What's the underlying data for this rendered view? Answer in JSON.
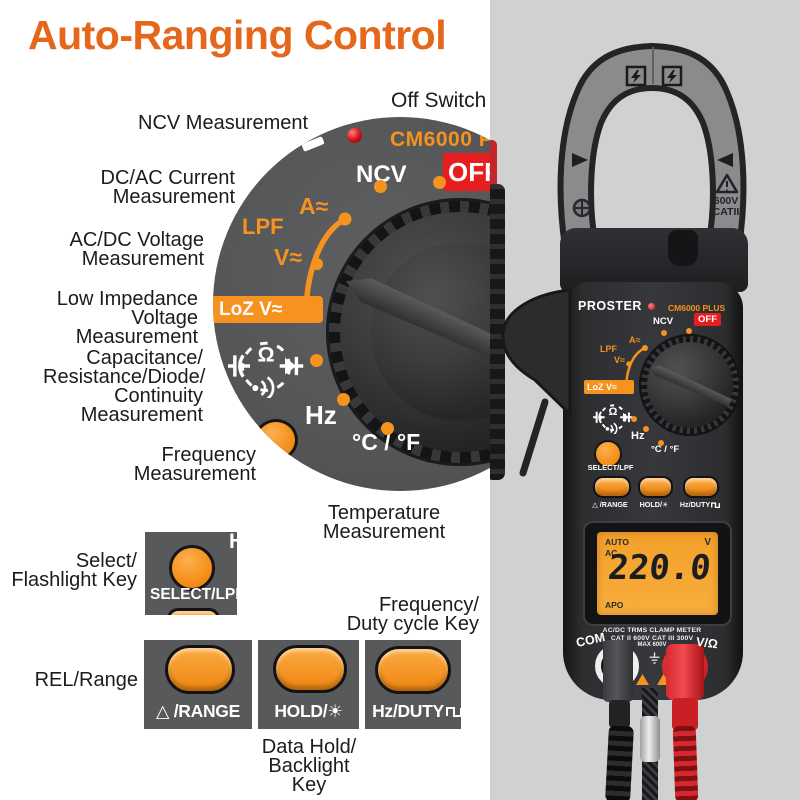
{
  "title": "Auto-Ranging Control",
  "colors": {
    "title_orange": "#e5671c",
    "accent_orange": "#f6921e",
    "off_red": "#e71d1f",
    "dial_gray": "#58595b",
    "lcd_orange": "#f6a62e",
    "panel_gray": "#d0d1d1"
  },
  "annotations": {
    "off_switch": "Off Switch",
    "ncv": "NCV Measurement",
    "dc_ac_current": "DC/AC Current\nMeasurement",
    "ac_dc_voltage": "AC/DC Voltage\nMeasurement",
    "low_impedance": "Low Impedance\nVoltage Measurement",
    "cap_res_diode": "Capacitance/\nResistance/Diode/\nContinuity\nMeasurement",
    "frequency": "Frequency\nMeasurement",
    "temperature": "Temperature\nMeasurement",
    "select_flashlight": "Select/\nFlashlight Key",
    "rel_range": "REL/Range",
    "frequency_duty": "Frequency/\nDuty cycle Key",
    "data_hold": "Data Hold/\nBacklight Key"
  },
  "dial": {
    "model": "CM6000 PLUS",
    "ncv": "NCV",
    "off": "OFF",
    "current": "A≈",
    "lpf": "LPF",
    "voltage": "V≈",
    "loz": "LoZ V≈",
    "ohm": "Ω",
    "hz": "Hz",
    "temp": "°C / °F"
  },
  "keys": {
    "select": "SELECT/LPF",
    "range": "△ /RANGE",
    "hold": "HOLD/☀",
    "duty": "Hz/DUTY",
    "partial_h": "H"
  },
  "meter": {
    "brand": "PROSTER",
    "model": "CM6000 PLUS",
    "clamp_voltage": "600V",
    "clamp_category": "CATII",
    "lcd": {
      "mode": "AUTO",
      "coupling": "AC",
      "value": "220.0",
      "unit": "V",
      "apo": "APO"
    },
    "ratings": {
      "line1": "AC/DC TRMS CLAMP METER",
      "line2": "CAT II 600V  CAT III 300V",
      "line3": "MAX 600V"
    },
    "jack_left": "COM",
    "jack_right": "V/Ω"
  }
}
